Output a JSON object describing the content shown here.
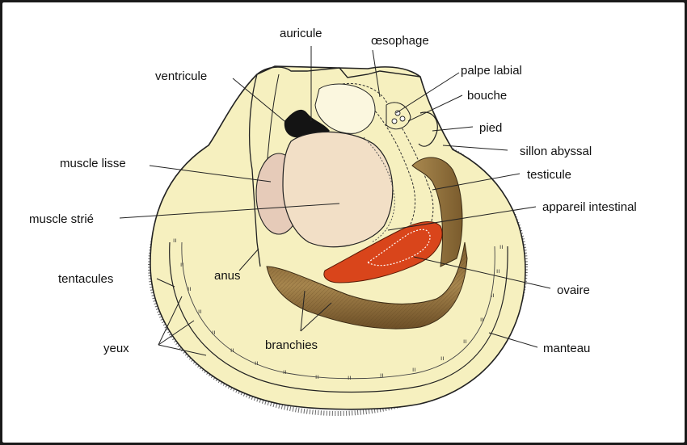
{
  "labels": {
    "auricule": "auricule",
    "oesophage": "œsophage",
    "ventricule": "ventricule",
    "palpe_labial": "palpe labial",
    "bouche": "bouche",
    "pied": "pied",
    "sillon_abyssal": "sillon abyssal",
    "muscle_lisse": "muscle lisse",
    "testicule": "testicule",
    "appareil_intestinal": "appareil intestinal",
    "muscle_strie": "muscle strié",
    "anus": "anus",
    "tentacules": "tentacules",
    "ovaire": "ovaire",
    "yeux": "yeux",
    "branchies": "branchies",
    "manteau": "manteau"
  },
  "colors": {
    "shell": "#f6f0bf",
    "mantle_band": "#efe6a2",
    "muscle_lisse": "#e6cbb9",
    "muscle_strie": "#f2dfc6",
    "ovary": "#d9451b",
    "gills": "#8b6a3a",
    "testis": "#9a7a44",
    "heart": "#141414",
    "outline": "#222222"
  }
}
